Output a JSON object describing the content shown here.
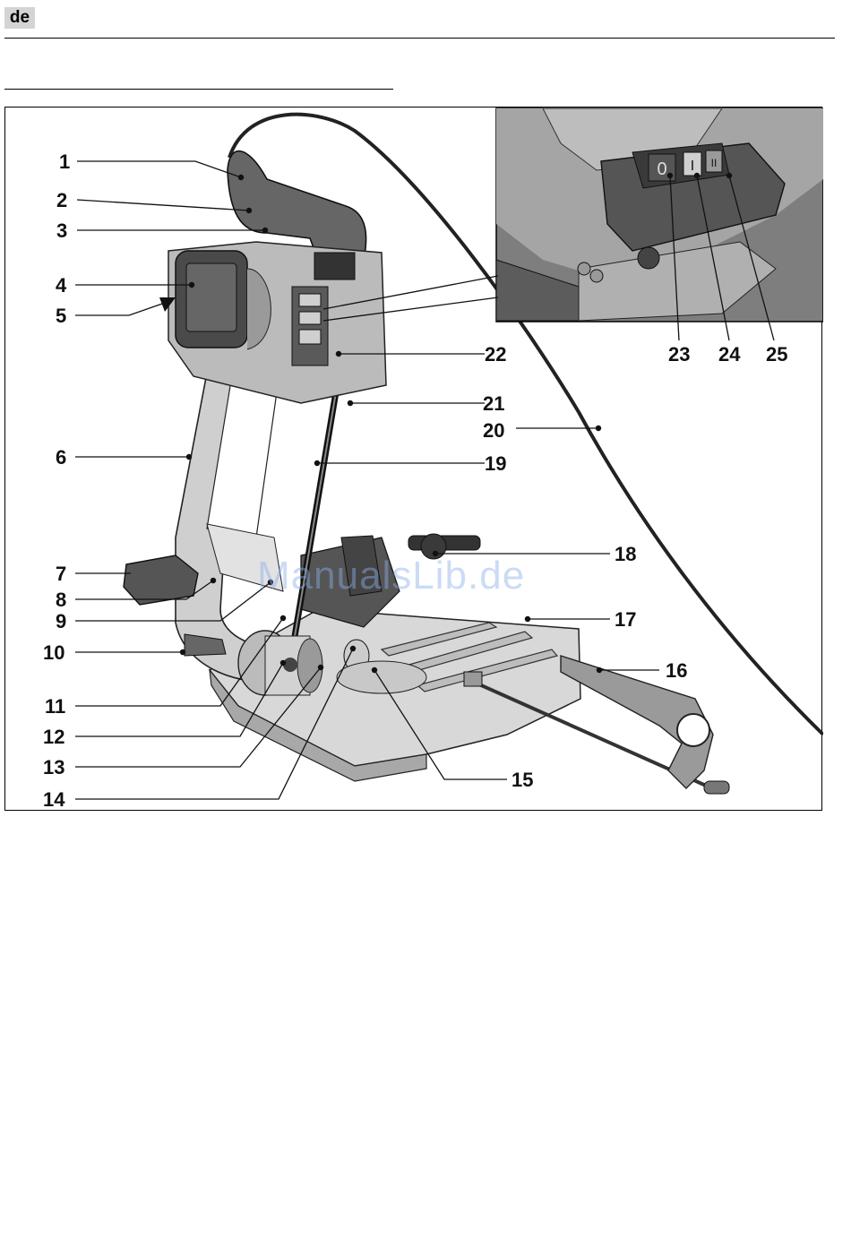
{
  "header": {
    "language": "de"
  },
  "figure": {
    "callouts": [
      "1",
      "2",
      "3",
      "4",
      "5",
      "6",
      "7",
      "8",
      "9",
      "10",
      "11",
      "12",
      "13",
      "14",
      "15",
      "16",
      "17",
      "18",
      "19",
      "20",
      "21",
      "22",
      "23",
      "24",
      "25"
    ]
  },
  "switch_labels": {
    "off": "0",
    "on": "I",
    "speed": "II"
  },
  "watermark": "ManualsLib.de"
}
